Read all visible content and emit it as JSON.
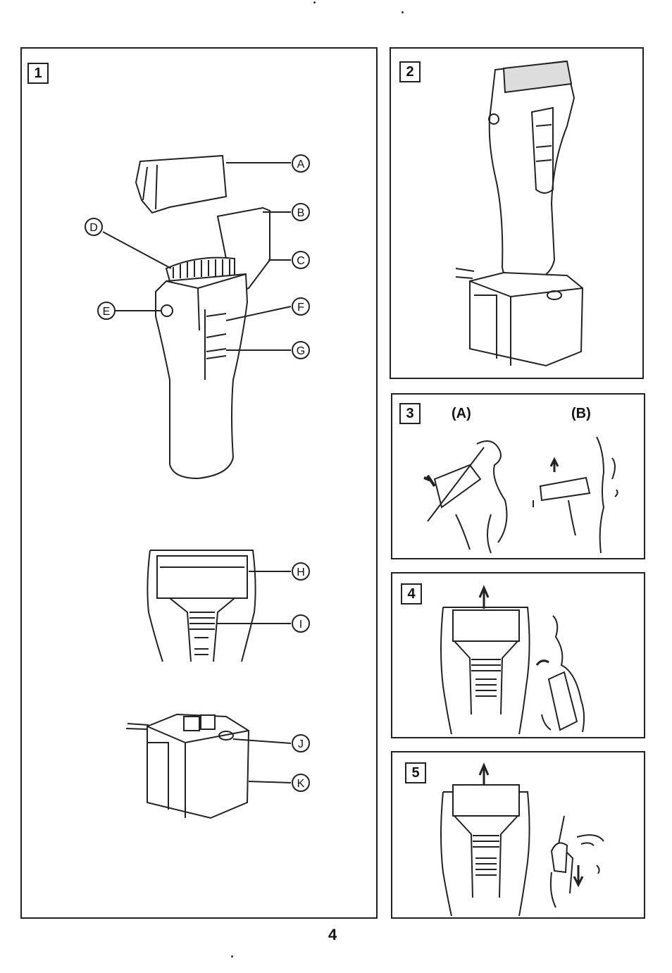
{
  "figures": [
    {
      "number": "1",
      "callouts": [
        "A",
        "B",
        "C",
        "D",
        "E",
        "F",
        "G",
        "H",
        "I",
        "J",
        "K"
      ]
    },
    {
      "number": "2"
    },
    {
      "number": "3",
      "sub_labels": [
        "(A)",
        "(B)"
      ]
    },
    {
      "number": "4"
    },
    {
      "number": "5"
    }
  ],
  "page_number": "4"
}
